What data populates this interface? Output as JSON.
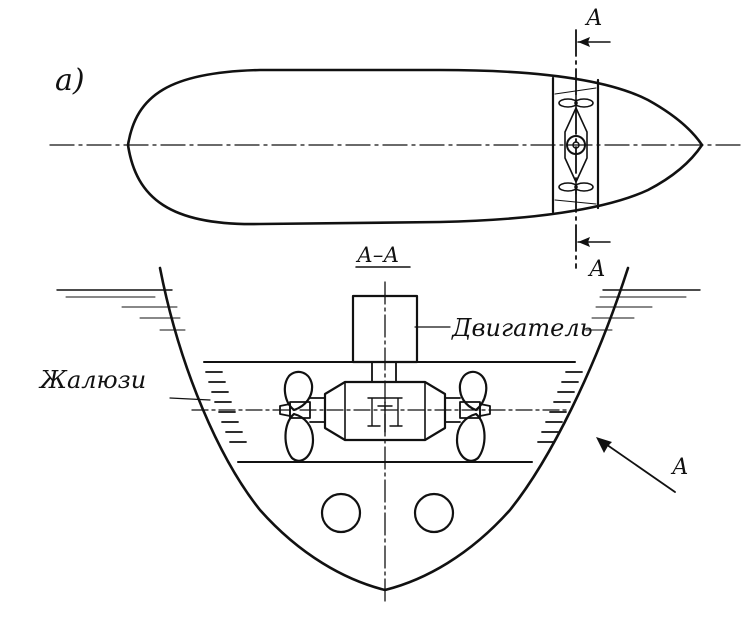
{
  "figure": {
    "panel_label": "а)",
    "section_mark_top": "А",
    "section_mark_bottom": "А",
    "section_title": "А–А",
    "engine_label": "Двигатель",
    "louvers_label": "Жалюзи",
    "view_label": "А"
  }
}
